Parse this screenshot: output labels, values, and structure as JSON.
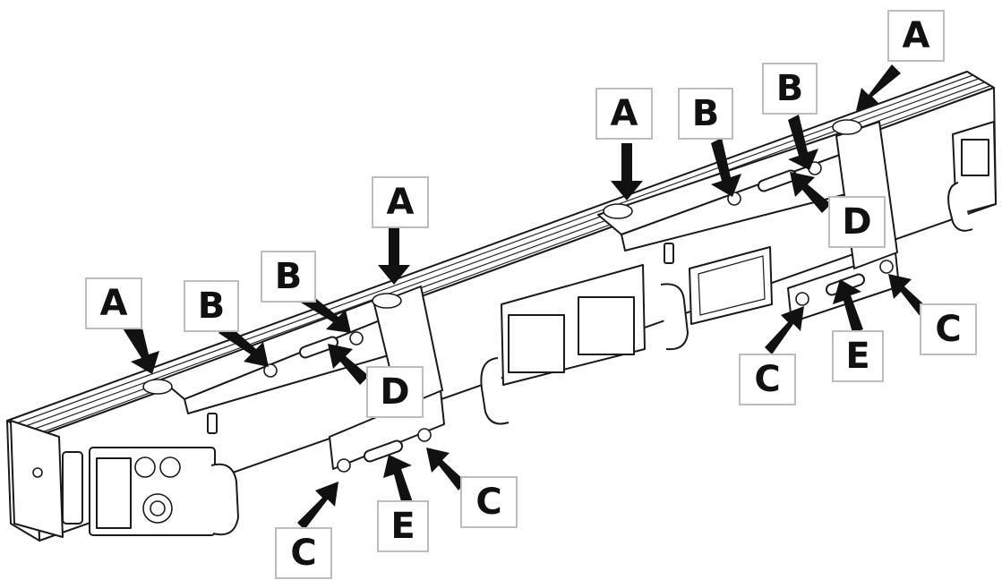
{
  "labels": {
    "a": "A",
    "b": "B",
    "c": "C",
    "d": "D",
    "e": "E"
  },
  "colors": {
    "outline": "#1a1a1a",
    "label_border": "#bdbdbd",
    "arrow": "#111111",
    "background": "#ffffff"
  }
}
